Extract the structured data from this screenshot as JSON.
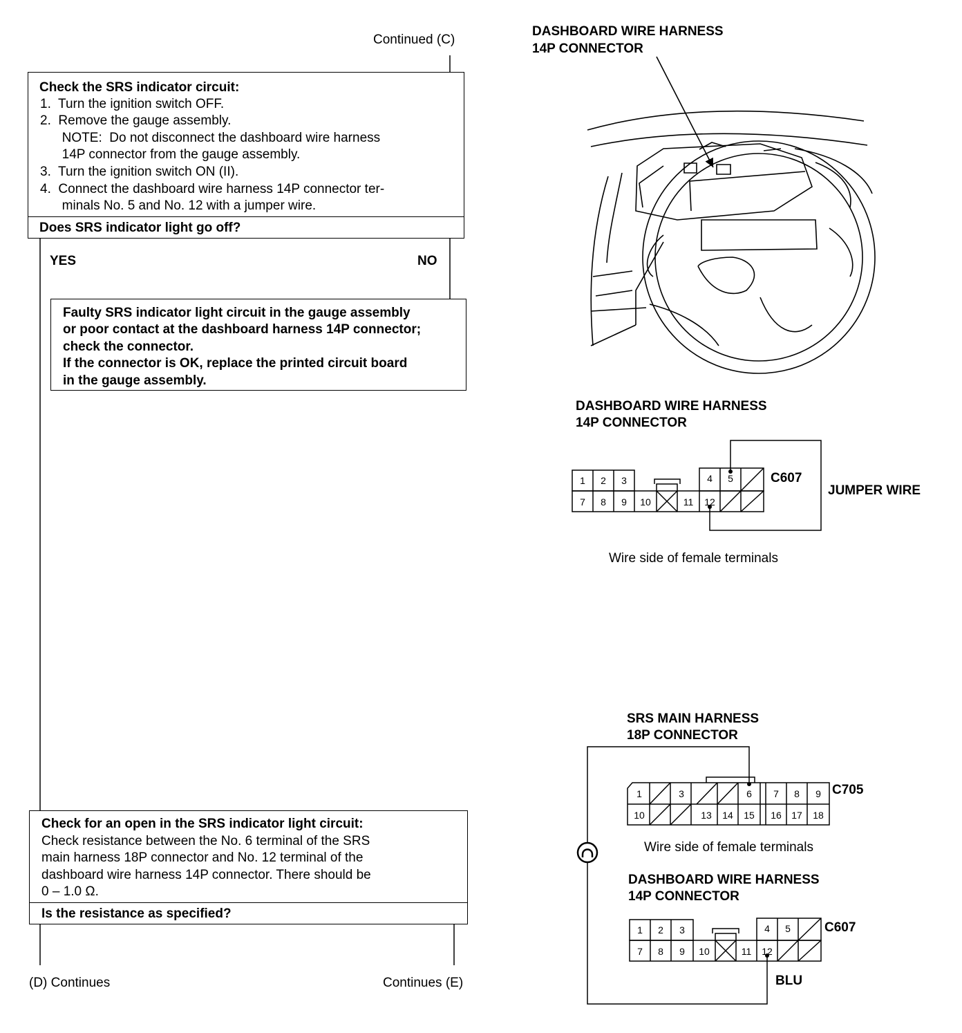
{
  "flow": {
    "continued_top": "Continued (C)",
    "box1": {
      "title": "Check the SRS indicator circuit:",
      "steps": [
        "1.  Turn the ignition switch OFF.",
        "2.  Remove the gauge assembly.",
        "      NOTE:  Do not disconnect the dashboard wire harness",
        "      14P connector from the gauge assembly.",
        "3.  Turn the ignition switch ON (II).",
        "4.  Connect the dashboard wire harness 14P connector ter-",
        "      minals No. 5 and No. 12 with a jumper wire."
      ],
      "question": "Does SRS indicator light go off?"
    },
    "yes": "YES",
    "no": "NO",
    "result_box": {
      "lines": [
        "Faulty SRS indicator light circuit in the gauge assembly",
        "or poor contact at the dashboard harness 14P connector;",
        "check the connector.",
        "If the connector is OK, replace the printed circuit board",
        "in the gauge assembly."
      ]
    },
    "box2": {
      "title": "Check for an open in the SRS indicator light circuit:",
      "lines": [
        "Check resistance between the No. 6 terminal of the SRS",
        "main harness 18P connector and No. 12 terminal of the",
        "dashboard wire harness 14P connector. There should be",
        "0 – 1.0 Ω."
      ],
      "question": "Is the resistance as specified?"
    },
    "continues_d": "(D) Continues",
    "continues_e": "Continues (E)"
  },
  "figures": {
    "dash_label": [
      "DASHBOARD WIRE HARNESS",
      "14P CONNECTOR"
    ],
    "conn14_label": [
      "DASHBOARD WIRE HARNESS",
      "14P CONNECTOR"
    ],
    "conn14_id": "C607",
    "jumper_wire": "JUMPER WIRE",
    "wire_side_1": "Wire side of female terminals",
    "conn14_top": [
      "1",
      "2",
      "3",
      "4",
      "5"
    ],
    "conn14_bottom": [
      "7",
      "8",
      "9",
      "10",
      "11",
      "12"
    ],
    "srs_label": [
      "SRS MAIN HARNESS",
      "18P CONNECTOR"
    ],
    "conn18_id": "C705",
    "conn18_top": [
      "1",
      "3",
      "6",
      "7",
      "8",
      "9"
    ],
    "conn18_bottom": [
      "10",
      "13",
      "14",
      "15",
      "16",
      "17",
      "18"
    ],
    "wire_side_2": "Wire side of female terminals",
    "conn14b_label": [
      "DASHBOARD WIRE HARNESS",
      "14P CONNECTOR"
    ],
    "conn14b_id": "C607",
    "wire_color": "BLU"
  },
  "icons": {
    "ohmmeter": "ohmmeter-icon"
  }
}
